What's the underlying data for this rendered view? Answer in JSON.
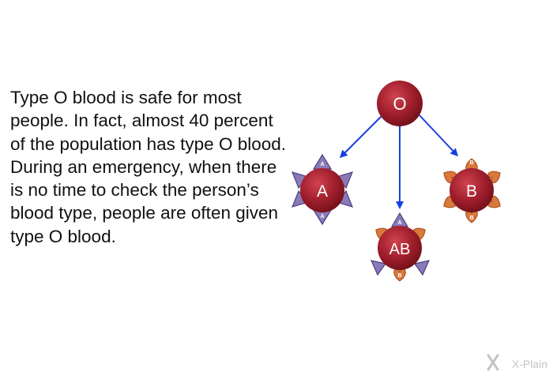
{
  "paragraph": "Type O blood is safe for most people. In fact, almost 40 percent of the population has type O blood. During an emergency, when there is no time to check the person’s blood type, people are often given type O blood.",
  "cells": {
    "o": {
      "label": "O"
    },
    "a": {
      "label": "A",
      "antigen": "A"
    },
    "b": {
      "label": "B",
      "antigen": "B"
    },
    "ab": {
      "label": "AB",
      "antigen_a": "A",
      "antigen_b": "B"
    }
  },
  "logo": {
    "text": "X-Plain"
  },
  "colors": {
    "cell_fill": "#9c1c2a",
    "cell_highlight": "#cf4a55",
    "arrow": "#1a3fe0",
    "antigen_a_fill": "#8a7bb8",
    "antigen_a_stroke": "#4b3f80",
    "antigen_b_fill": "#d9793a",
    "antigen_b_stroke": "#a34b1c",
    "logo": "#c4c4c4"
  },
  "icons": {
    "cell": "red-blood-cell-icon",
    "antigen_a": "triangle-antigen-icon",
    "antigen_b": "heart-antigen-icon",
    "logo": "x-plain-logo-icon"
  }
}
